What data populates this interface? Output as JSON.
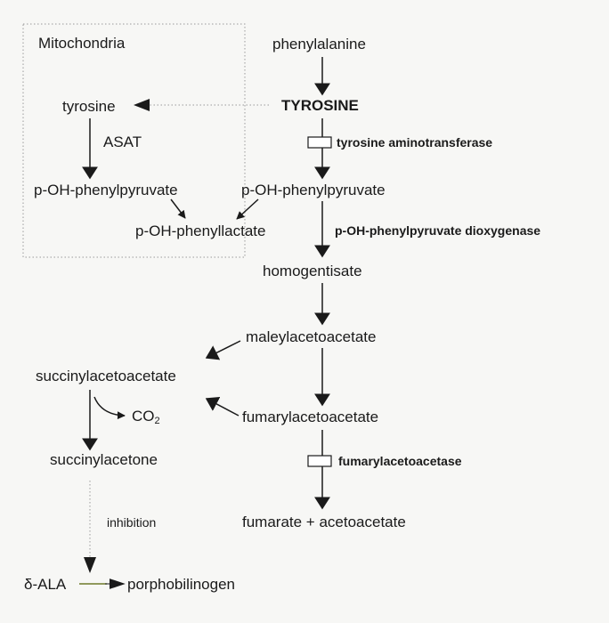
{
  "compartment": {
    "label": "Mitochondria"
  },
  "metabolites": {
    "phenylalanine": "phenylalanine",
    "tyrosine_main": "TYROSINE",
    "tyrosine_mito": "tyrosine",
    "p_oh_phenylpyruvate_mito": "p-OH-phenylpyruvate",
    "p_oh_phenylpyruvate": "p-OH-phenylpyruvate",
    "p_oh_phenyllactate": "p-OH-phenyllactate",
    "homogentisate": "homogentisate",
    "maleylacetoacetate": "maleylacetoacetate",
    "succinylacetoacetate": "succinylacetoacetate",
    "fumarylacetoacetate": "fumarylacetoacetate",
    "co2_base": "CO",
    "co2_sub": "2",
    "succinylacetone": "succinylacetone",
    "products": "fumarate + acetoacetate",
    "delta_ala": "δ-ALA",
    "porphobilinogen": "porphobilinogen"
  },
  "enzymes": {
    "asat": "ASAT",
    "tyrosine_aminotransferase": "tyrosine aminotransferase",
    "hppd": "p-OH-phenylpyruvate dioxygenase",
    "fumarylacetoacetase": "fumarylacetoacetase"
  },
  "annotations": {
    "inhibition": "inhibition"
  },
  "colors": {
    "ink": "#1a1a1a",
    "dotted": "#9a9a9a",
    "ala_arrow": "#6f7a2a",
    "background": "#f7f7f5"
  }
}
